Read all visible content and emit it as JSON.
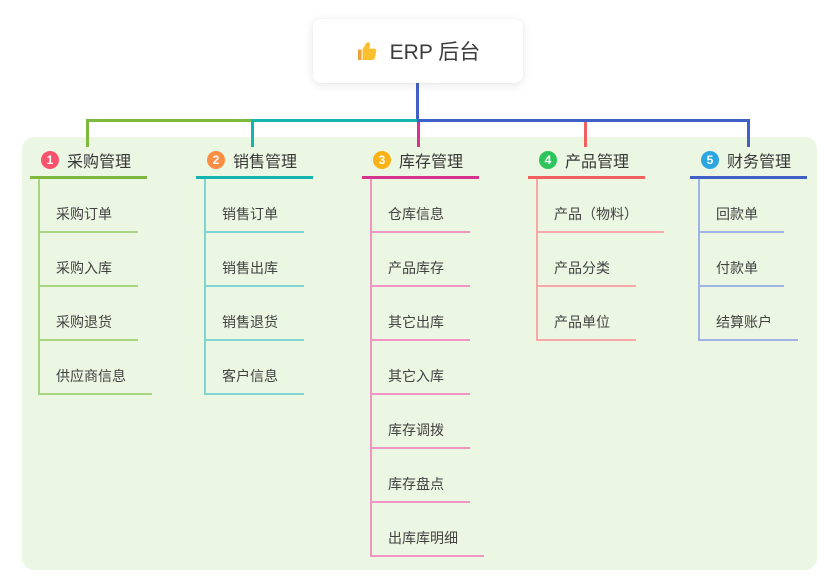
{
  "root": {
    "label": "ERP 后台",
    "icon": "thumbs-up"
  },
  "panel_bg": "#ebf6e3",
  "connectors": {
    "root_blue": "#4160c7",
    "green": "#7cb93e",
    "teal": "#14b5af",
    "blue": "#4160c7",
    "magenta": "#d5338d",
    "coral": "#f25f5f"
  },
  "branches": [
    {
      "badge": "1",
      "label": "采购管理",
      "color": "#7cb93e",
      "light_color": "#a9d480",
      "badge_color": "#f9526b",
      "children": [
        "采购订单",
        "采购入库",
        "采购退货",
        "供应商信息"
      ]
    },
    {
      "badge": "2",
      "label": "销售管理",
      "color": "#14b5af",
      "light_color": "#7fd5d0",
      "badge_color": "#fc8e44",
      "children": [
        "销售订单",
        "销售出库",
        "销售退货",
        "客户信息"
      ]
    },
    {
      "badge": "3",
      "label": "库存管理",
      "color": "#d5338d",
      "light_color": "#ef94c3",
      "badge_color": "#fcb215",
      "children": [
        "仓库信息",
        "产品库存",
        "其它出库",
        "其它入库",
        "库存调拨",
        "库存盘点",
        "出库库明细"
      ]
    },
    {
      "badge": "4",
      "label": "产品管理",
      "color": "#f25f5f",
      "light_color": "#f8a8a8",
      "badge_color": "#2ec45c",
      "children": [
        "产品（物料）",
        "产品分类",
        "产品单位"
      ]
    },
    {
      "badge": "5",
      "label": "财务管理",
      "color": "#4160c7",
      "light_color": "#9fb3e6",
      "badge_color": "#2ba6e0",
      "children": [
        "回款单",
        "付款单",
        "结算账户"
      ]
    }
  ]
}
